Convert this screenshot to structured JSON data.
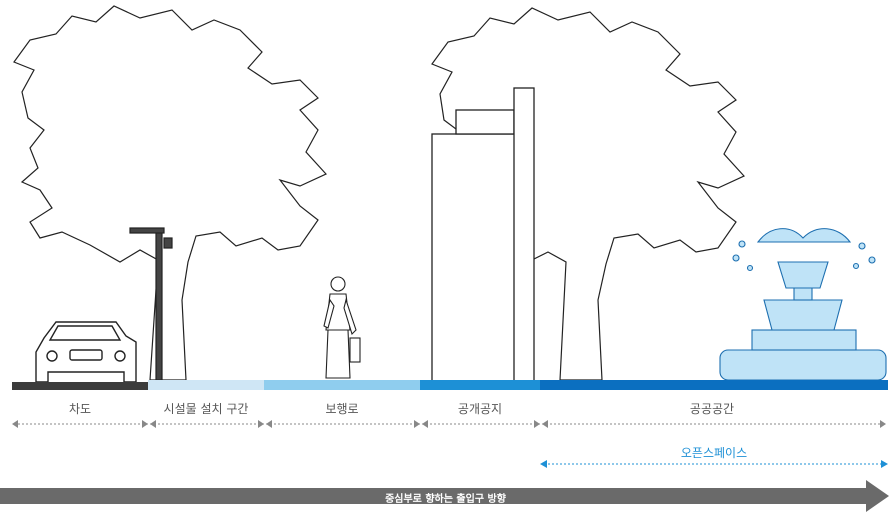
{
  "zones": [
    {
      "label": "차도",
      "color": "#3c3c3c"
    },
    {
      "label": "시설물 설치 구간",
      "color": "#cfe6f5"
    },
    {
      "label": "보행로",
      "color": "#8fcdee"
    },
    {
      "label": "공개공지",
      "color": "#1d90d6"
    },
    {
      "label": "공공공간",
      "color": "#0b6fc0"
    }
  ],
  "open_space": {
    "label": "오픈스페이스",
    "color": "#1e90d6"
  },
  "direction": {
    "label": "중심부로 향하는 출입구 방향",
    "color": "#6a6a6a"
  },
  "fountain_color": "#bfe3f7"
}
